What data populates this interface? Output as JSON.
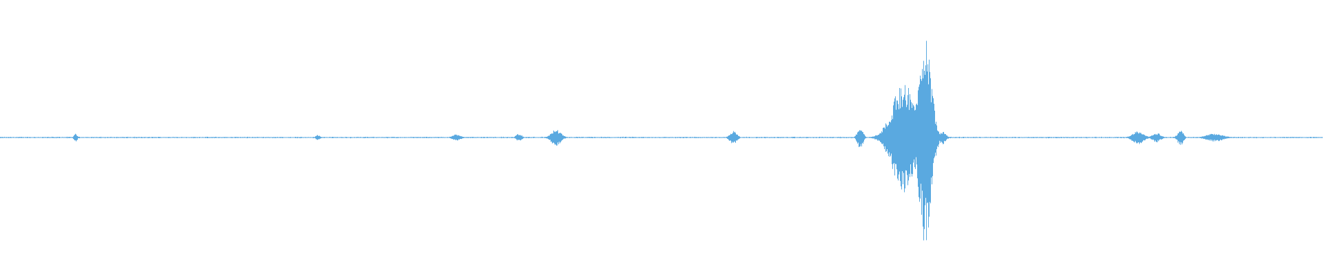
{
  "waveform": {
    "color": "#5aa9e0",
    "background": "#ffffff",
    "amplitude_range": [
      -1,
      1
    ],
    "baseline_amplitude": 0.006,
    "bursts": [
      {
        "center": 0.057,
        "width": 0.0012,
        "amplitude": 0.03
      },
      {
        "center": 0.24,
        "width": 0.0015,
        "amplitude": 0.02
      },
      {
        "center": 0.345,
        "width": 0.003,
        "amplitude": 0.025
      },
      {
        "center": 0.392,
        "width": 0.002,
        "amplitude": 0.03
      },
      {
        "center": 0.42,
        "width": 0.0035,
        "amplitude": 0.06
      },
      {
        "center": 0.554,
        "width": 0.0025,
        "amplitude": 0.05
      },
      {
        "center": 0.65,
        "width": 0.002,
        "amplitude": 0.08
      },
      {
        "center": 0.683,
        "width": 0.0085,
        "amplitude": 0.4
      },
      {
        "center": 0.699,
        "width": 0.0045,
        "amplitude": 0.78
      },
      {
        "center": 0.712,
        "width": 0.0025,
        "amplitude": 0.05
      },
      {
        "center": 0.86,
        "width": 0.004,
        "amplitude": 0.05
      },
      {
        "center": 0.874,
        "width": 0.003,
        "amplitude": 0.035
      },
      {
        "center": 0.892,
        "width": 0.002,
        "amplitude": 0.06
      },
      {
        "center": 0.918,
        "width": 0.006,
        "amplitude": 0.03
      }
    ]
  }
}
